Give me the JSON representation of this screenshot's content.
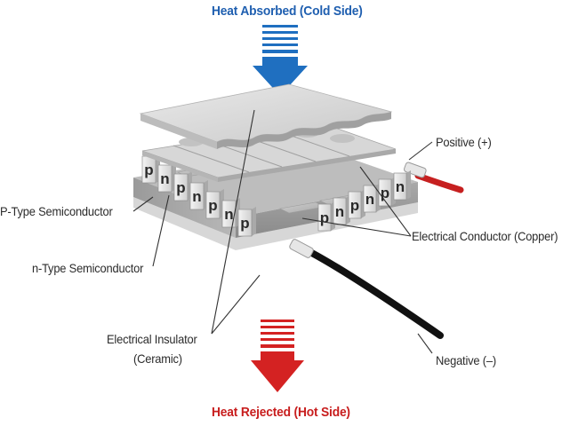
{
  "labels": {
    "heat_absorbed": "Heat Absorbed (Cold Side)",
    "heat_rejected": "Heat Rejected (Hot Side)",
    "positive": "Positive (+)",
    "negative": "Negative (–)",
    "p_type": "P-Type Semiconductor",
    "n_type": "n-Type Semiconductor",
    "conductor": "Electrical Conductor (Copper)",
    "insulator_line1": "Electrical Insulator",
    "insulator_line2": "(Ceramic)"
  },
  "pellet_letters": {
    "left_row": [
      "p",
      "n",
      "p",
      "n",
      "p",
      "n",
      "p"
    ],
    "right_row": [
      "p",
      "n",
      "p",
      "n",
      "p",
      "n"
    ]
  },
  "colors": {
    "cold_arrow": "#1f6fc0",
    "hot_arrow": "#d42222",
    "heat_absorbed_text": "#1f5fb0",
    "heat_rejected_text": "#c81e1e",
    "positive_wire": "#c62020",
    "negative_wire": "#111111",
    "label_text": "#2b2b2b"
  }
}
